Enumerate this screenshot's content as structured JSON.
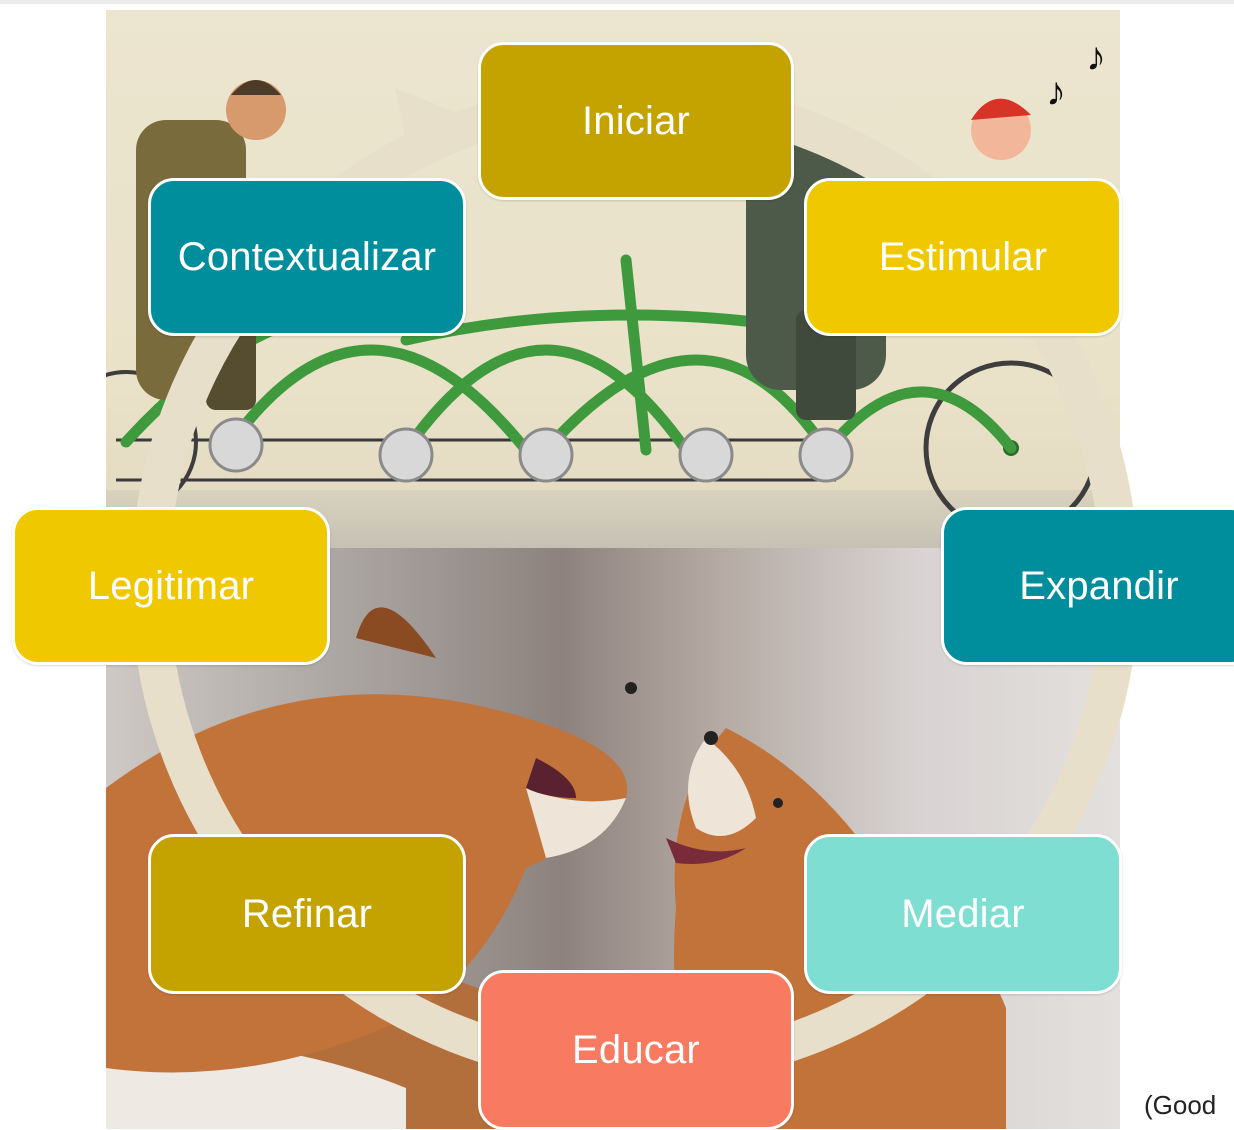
{
  "diagram": {
    "nodes": [
      {
        "id": "iniciar",
        "label": "Iniciar",
        "color": "#c4a200"
      },
      {
        "id": "estimular",
        "label": "Estimular",
        "color": "#f0c800"
      },
      {
        "id": "expandir",
        "label": "Expandir",
        "color": "#008e9c"
      },
      {
        "id": "mediar",
        "label": "Mediar",
        "color": "#7fded2"
      },
      {
        "id": "educar",
        "label": "Educar",
        "color": "#f87a60"
      },
      {
        "id": "refinar",
        "label": "Refinar",
        "color": "#c4a200"
      },
      {
        "id": "legitimar",
        "label": "Legitimar",
        "color": "#f0c800"
      },
      {
        "id": "contextualizar",
        "label": "Contextualizar",
        "color": "#008e9c"
      }
    ],
    "cycle_arrow_color": "#e7dfc9"
  },
  "citation": "(Good"
}
